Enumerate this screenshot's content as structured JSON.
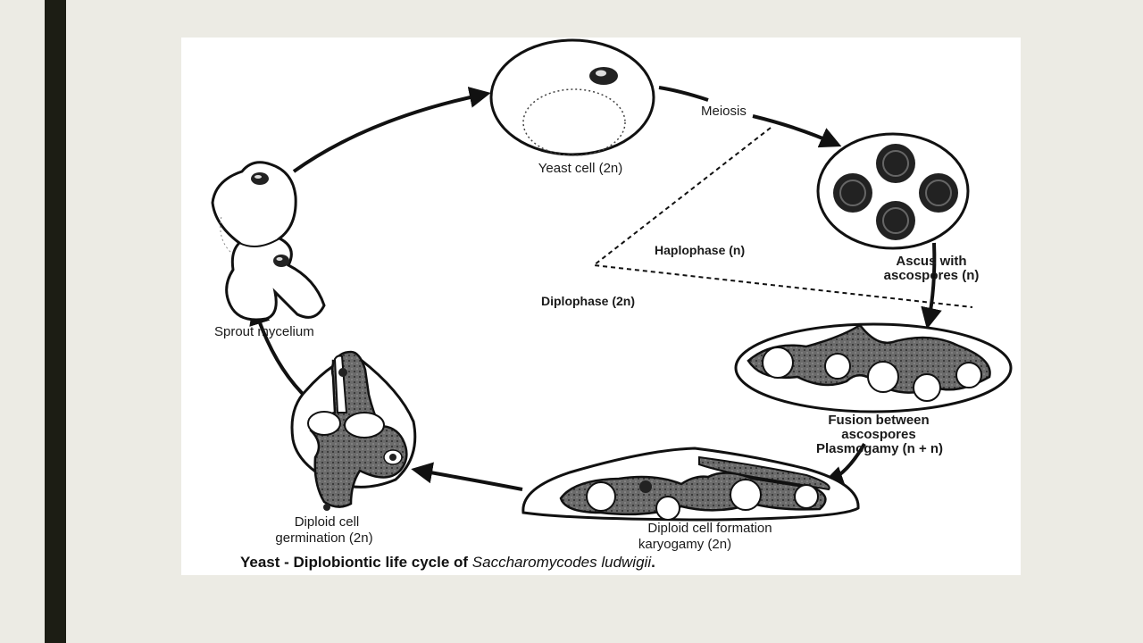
{
  "slide": {
    "accent_bar_color": "#1c1d14",
    "background": "#ecebe4"
  },
  "diagram": {
    "labels": {
      "yeast_cell": "Yeast cell (2n)",
      "meiosis": "Meiosis",
      "ascus_line1": "Ascus with",
      "ascus_line2": "ascospores (n)",
      "haplophase": "Haplophase (n)",
      "diplophase": "Diplophase (2n)",
      "fusion_line1": "Fusion between",
      "fusion_line2": "ascospores",
      "fusion_line3": "Plasmogamy (n + n)",
      "diploid_formation_line1": "Diploid cell formation",
      "diploid_formation_line2": "karyogamy (2n)",
      "germination_line1": "Diploid cell",
      "germination_line2": "germination (2n)",
      "sprout": "Sprout mycelium"
    },
    "caption": {
      "prefix": "Yeast - Diplobiontic life cycle of ",
      "species": "Saccharomycodes ludwigii",
      "suffix": "."
    }
  }
}
